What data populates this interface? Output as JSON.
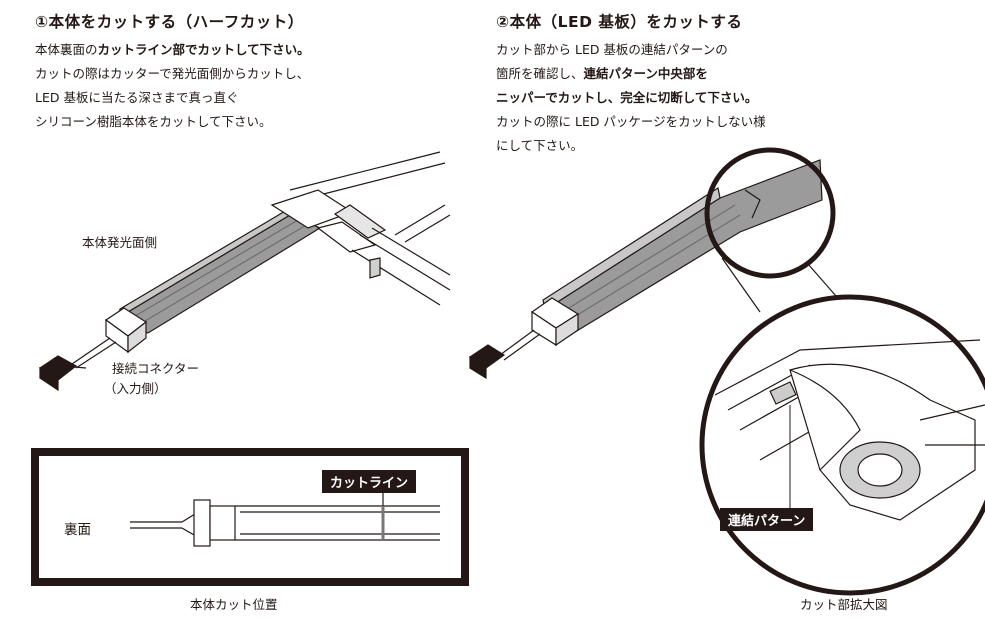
{
  "left": {
    "heading": "①本体をカットする（ハーフカット）",
    "line1_pre": "本体裏面の",
    "line1_bold": "カットライン部でカットして下さい。",
    "line2": "カットの際はカッターで発光面側からカットし、",
    "line3": "LED 基板に当たる深さまで真っ直ぐ",
    "line4": "シリコーン樹脂本体をカットして下さい。",
    "label_face": "本体発光面側",
    "label_connector_1": "接続コネクター",
    "label_connector_2": "（入力側）",
    "box_back_label": "裏面",
    "box_cutline_tag": "カットライン",
    "box_caption": "本体カット位置"
  },
  "right": {
    "heading": "②本体（LED 基板）をカットする",
    "line1": "カット部から LED 基板の連結パターンの",
    "line2_pre": "箇所を確認し、",
    "line2_bold": "連結パターン中央部を",
    "line3_bold": "ニッパーでカットし、完全に切断して下さい。",
    "line4": "カットの際に LED パッケージをカットしない様",
    "line5": "にして下さい。",
    "tag_pattern": "連結パターン",
    "caption": "カット部拡大図"
  }
}
